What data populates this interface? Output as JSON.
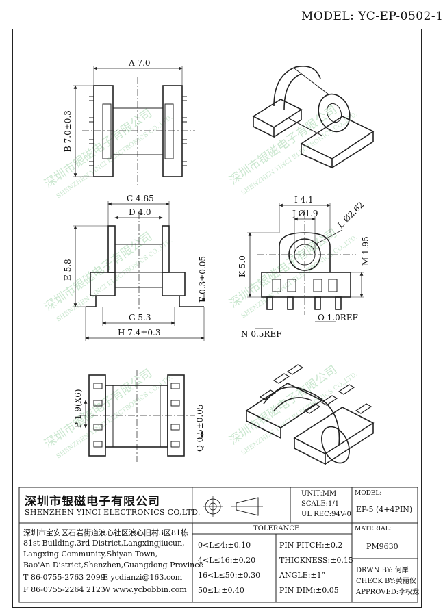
{
  "header": {
    "model": "MODEL: YC-EP-0502-1"
  },
  "watermark": {
    "cn": "深圳市银磁电子有限公司",
    "en": "SHENZHEN YINCI ELECTRONICS CO.,LTD."
  },
  "dims": {
    "a": "A 7.0",
    "b": "B 7.0±0.3",
    "c": "C 4.85",
    "d": "D 4.0",
    "e": "E 5.8",
    "f": "F 0.3±0.05",
    "g": "G 5.3",
    "h": "H 7.4±0.3",
    "i": "I 4.1",
    "j": "J Ø1.9",
    "k": "K 5.0",
    "l": "L Ø2.62",
    "m": "M 1.95",
    "n": "N 0.5REF",
    "o": "O 1.0REF",
    "p": "P 1.9(X6)",
    "q": "Q 0.5±0.05"
  },
  "title_block": {
    "company_cn": "深圳市银磁电子有限公司",
    "company_en": "SHENZHEN YINCI ELECTRONICS CO,LTD.",
    "address_cn": "深圳市宝安区石岩街道浪心社区浪心旧村3区81栋",
    "address_en": [
      "81st Building,3rd District,Langxingjiucun,",
      "Langxing Community,Shiyan Town,",
      "Bao'An District,Shenzhen,Guangdong Province"
    ],
    "tel": "T 86-0755-2763 2099",
    "fax": "F 86-0755-2264 2121",
    "email": "E ycdianzi@163.com",
    "web": "W www.ycbobbin.com",
    "unit": "UNIT:MM",
    "scale": "SCALE:1/1",
    "ul_rec": "UL REC:94V-0",
    "tolerance_title": "TOLERANCE",
    "tolerances": [
      "0<L≤4:±0.10",
      "4<L≤16:±0.20",
      "16<L≤50:±0.30",
      "50≤L:±0.40"
    ],
    "tolerances2": [
      "PIN PITCH:±0.2",
      "THICKNESS:±0.15",
      "ANGLE:±1°",
      "PIN DIM:±0.05"
    ],
    "model_label": "MODEL:",
    "model_value": "EP-5 (4+4PIN)",
    "material_label": "MATERIAL:",
    "material_value": "PM9630",
    "drwn": "DRWN BY: 何岸",
    "check": "CHECK BY:黄丽仪",
    "approved": "APPROVED:李权龙"
  }
}
